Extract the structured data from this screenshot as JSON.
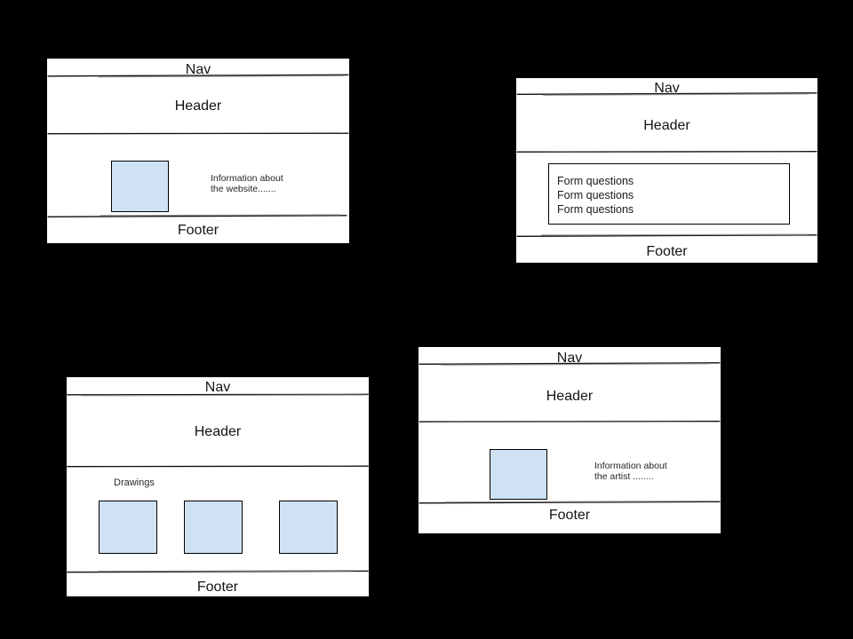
{
  "colors": {
    "background": "#000000",
    "panel": "#ffffff",
    "line_black": "#0d0d0d",
    "sketch_gray": "#9c9c9c",
    "placeholder_fill": "#cfe2f3",
    "placeholder_border": "#000000",
    "text": "#141414"
  },
  "wireframes": {
    "home": {
      "nav": "Nav",
      "header": "Header",
      "footer": "Footer",
      "info_line1": "Information about",
      "info_line2": "the website......."
    },
    "form": {
      "nav": "Nav",
      "header": "Header",
      "footer": "Footer",
      "questions": [
        "Form questions",
        "Form questions",
        "Form questions"
      ]
    },
    "gallery": {
      "nav": "Nav",
      "header": "Header",
      "footer": "Footer",
      "section_label": "Drawings"
    },
    "artist": {
      "nav": "Nav",
      "header": "Header",
      "footer": "Footer",
      "info_line1": "Information about",
      "info_line2": "the artist ........"
    }
  }
}
